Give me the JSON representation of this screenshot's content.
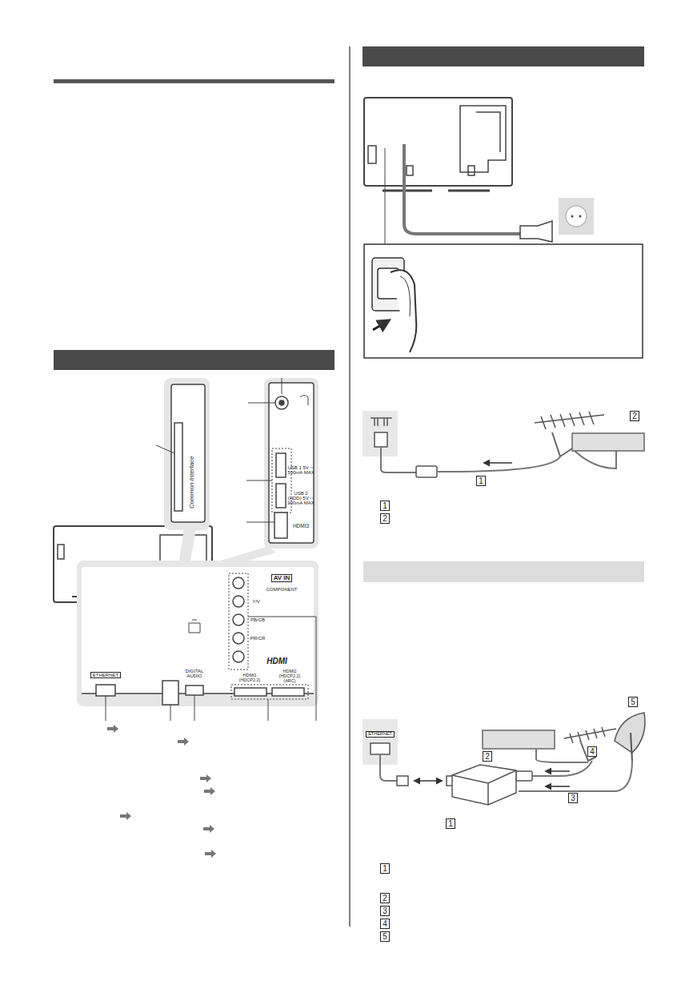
{
  "diagram": {
    "labels": [
      "Common Interface",
      "USB 1 5V ⎓ 500mA MAX",
      "USB 2 (HDD) 5V ⎓ 900mA MAX",
      "HDMI3",
      "AV IN",
      "COMPONENT",
      "Y/V",
      "PB/CB",
      "PR/CR",
      "HDMI",
      "HDMI1 (HDCP2.2)",
      "HDMI2 (HDCP2.2) (ARC)",
      "ETHERNET",
      "DIGITAL AUDIO",
      "1",
      "2",
      "1",
      "2",
      "ETHERNET",
      "1",
      "2",
      "3",
      "4",
      "5",
      "1",
      "2",
      "3",
      "4",
      "5"
    ]
  }
}
